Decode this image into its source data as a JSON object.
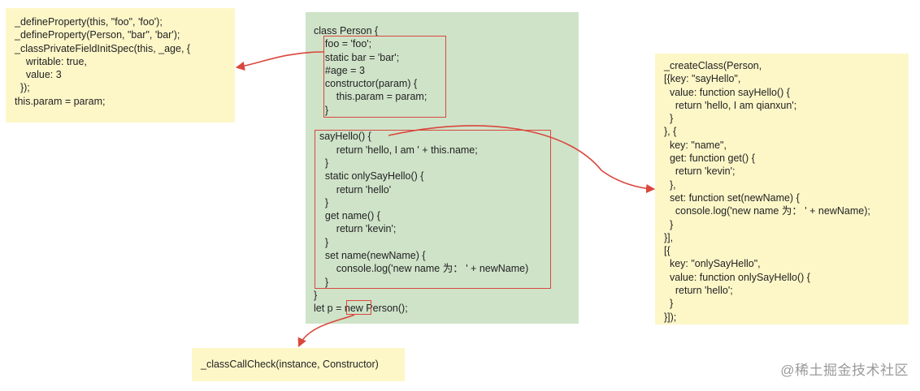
{
  "green_box": {
    "lines": [
      "class Person {",
      "    foo = 'foo';",
      "    static bar = 'bar';",
      "    #age = 3",
      "    constructor(param) {",
      "        this.param = param;",
      "    }",
      "",
      "  sayHello() {",
      "        return 'hello, I am ' + this.name;",
      "    }",
      "    static onlySayHello() {",
      "        return 'hello'",
      "    }",
      "    get name() {",
      "        return 'kevin';",
      "    }",
      "    set name(newName) {",
      "        console.log('new name 为： ' + newName)",
      "    }",
      "}",
      "let p = new Person();"
    ]
  },
  "left_top_box": {
    "lines": [
      "_defineProperty(this, \"foo\", 'foo');",
      "_defineProperty(Person, \"bar\", 'bar');",
      "_classPrivateFieldInitSpec(this, _age, {",
      "    writable: true,",
      "    value: 3",
      "  });",
      "this.param = param;"
    ]
  },
  "right_box": {
    "lines": [
      "_createClass(Person,",
      "[{key: \"sayHello\",",
      "  value: function sayHello() {",
      "    return 'hello, I am qianxun';",
      "  }",
      "}, {",
      "  key: \"name\",",
      "  get: function get() {",
      "    return 'kevin';",
      "  },",
      "  set: function set(newName) {",
      "    console.log('new name 为： ' + newName);",
      "  }",
      "}],",
      "[{",
      "  key: \"onlySayHello\",",
      "  value: function onlySayHello() {",
      "    return 'hello';",
      "  }",
      "}]);"
    ]
  },
  "bottom_box": {
    "text": "_classCallCheck(instance, Constructor)"
  },
  "watermark": "@稀土掘金技术社区",
  "colors": {
    "yellow_fill": "#fdf7c8",
    "green_fill": "#cfe3c9",
    "highlight_red": "#d9473d"
  }
}
